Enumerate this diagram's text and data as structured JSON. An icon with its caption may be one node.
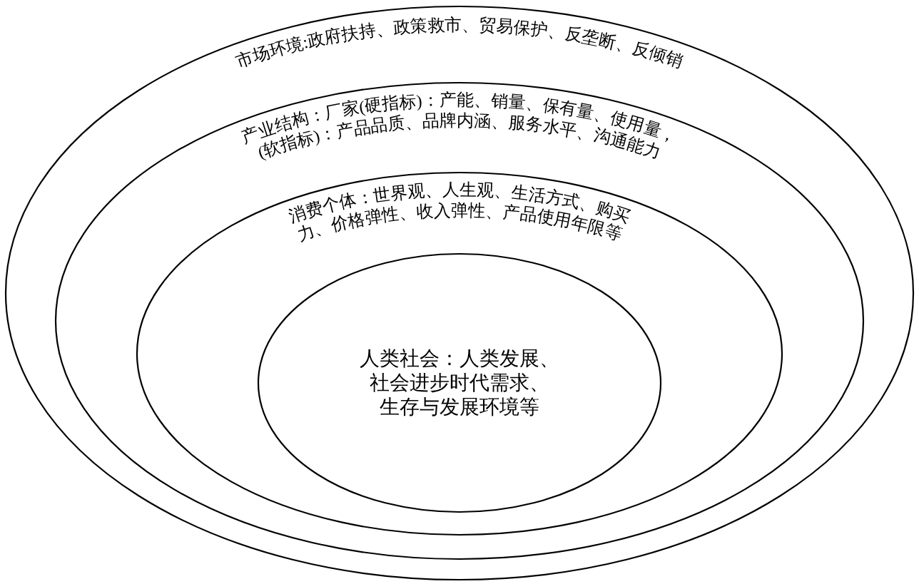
{
  "diagram": {
    "nodes": [
      {
        "text": [
          "市场环境:政府扶持、政策救市、贸易保护、反垄断、反倾销"
        ]
      },
      {
        "text": [
          "产业结构：厂家(硬指标)：产能、销量、保有量、使用量，(软指标)：产品品质、品牌内涵、服务水平、沟通能力"
        ],
        "in": 0
      },
      {
        "text": [
          "消费个体：世界观、人生观、生活方式、购买力、价格弹性、收入弹性、产品使用年限等"
        ],
        "in": 1
      },
      {
        "text": [
          "人类社会：人类发展、社会进步时代需求、生存与发展环境等"
        ],
        "in": 2
      }
    ]
  }
}
